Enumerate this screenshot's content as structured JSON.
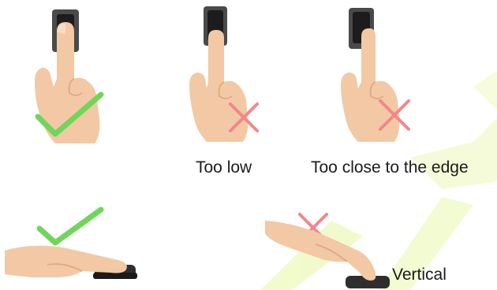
{
  "captions": {
    "too_low": "Too low",
    "too_close_to_edge": "Too close to the edge",
    "vertical": "Vertical"
  },
  "colors": {
    "skin": "#f2c9a4",
    "skin_shadow": "#e3ab83",
    "sensor_body": "#4a4a4a",
    "sensor_window": "#1c1c1c",
    "check": "#6fd65a",
    "cross": "#f2878a",
    "watermark": "#d8f06a"
  },
  "icons": {
    "correct": "check-mark-icon",
    "incorrect": "cross-mark-icon"
  },
  "panels": [
    {
      "id": "top-correct",
      "status": "correct"
    },
    {
      "id": "top-too-low",
      "status": "incorrect"
    },
    {
      "id": "top-too-close-edge",
      "status": "incorrect"
    },
    {
      "id": "bottom-correct",
      "status": "correct"
    },
    {
      "id": "bottom-vertical",
      "status": "incorrect"
    }
  ]
}
